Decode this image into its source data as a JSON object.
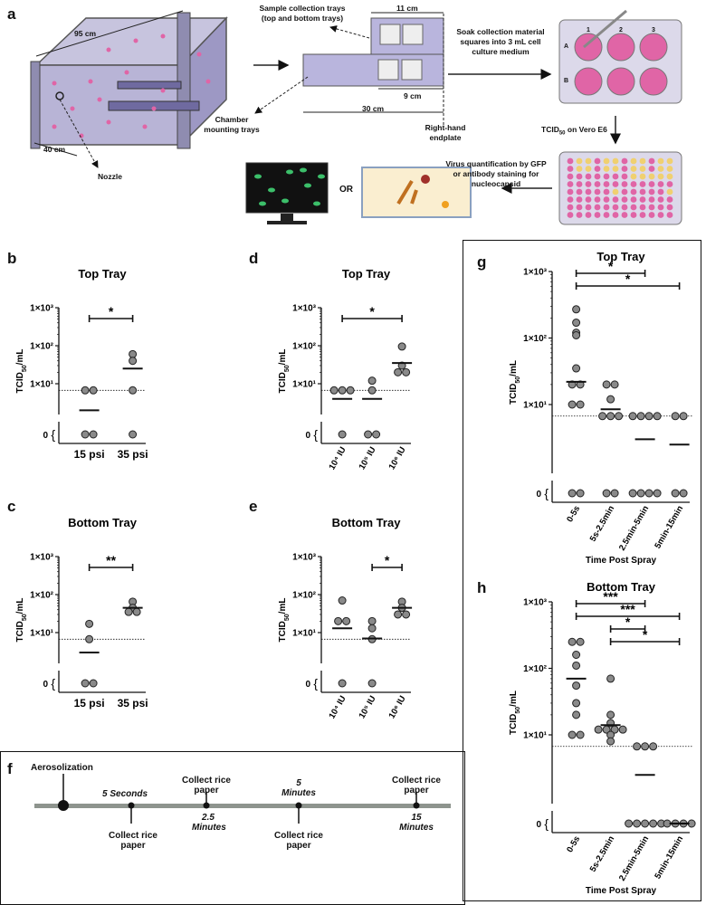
{
  "panels": {
    "a": "a",
    "b": "b",
    "c": "c",
    "d": "d",
    "e": "e",
    "f": "f",
    "g": "g",
    "h": "h"
  },
  "schematic": {
    "dim_95": "95 cm",
    "dim_40": "40 cm",
    "nozzle": "Nozzle",
    "chamber_trays": "Chamber mounting trays",
    "sample_trays": "Sample collection trays (top and bottom trays)",
    "dim_11": "11 cm",
    "dim_9": "9 cm",
    "dim_30": "30 cm",
    "endplate": "Right-hand endplate",
    "soak": "Soak collection material squares into 3 mL cell culture medium",
    "tcid_vero_pre": "TCID",
    "tcid_vero_sub": "50",
    "tcid_vero_post": " on Vero E6",
    "quant": "Virus quantification by GFP or antibody staining for nucleocapsid",
    "or": "OR",
    "well_1": "1",
    "well_2": "2",
    "well_3": "3",
    "row_a": "A",
    "row_b": "B"
  },
  "colors": {
    "marker": "#8a8a8a",
    "marker_stroke": "#222",
    "tray": "#b9b5dd",
    "well": "#e065a6"
  },
  "timeline": {
    "aerosolization": "Aerosolization",
    "t1": "5 Seconds",
    "t2": "2.5 Minutes",
    "t3": "5 Minutes",
    "t4": "15 Minutes",
    "collect": "Collect rice paper"
  },
  "chart_data": [
    {
      "id": "b",
      "type": "scatter",
      "title": "Top Tray",
      "ylabel_main": "TCID",
      "ylabel_sub": "50",
      "ylabel_post": "/mL",
      "yscale": "log",
      "ytick_labels": [
        "1×10³",
        "1×10²",
        "1×10¹",
        "0"
      ],
      "categories": [
        "15 psi",
        "35 psi"
      ],
      "limit_of_detection": 6.7,
      "points": [
        [
          0,
          6.7
        ],
        [
          0,
          6.7
        ],
        [
          0,
          0
        ],
        [
          0,
          0
        ],
        [
          1,
          60
        ],
        [
          1,
          40
        ],
        [
          1,
          6.7
        ],
        [
          1,
          0
        ]
      ],
      "medians": [
        2,
        25
      ],
      "significance": [
        {
          "from": 0,
          "to": 1,
          "label": "*"
        }
      ]
    },
    {
      "id": "c",
      "type": "scatter",
      "title": "Bottom Tray",
      "ylabel_main": "TCID",
      "ylabel_sub": "50",
      "ylabel_post": "/mL",
      "yscale": "log",
      "ytick_labels": [
        "1×10³",
        "1×10²",
        "1×10¹",
        "0"
      ],
      "categories": [
        "15 psi",
        "35 psi"
      ],
      "limit_of_detection": 6.7,
      "points": [
        [
          0,
          17
        ],
        [
          0,
          6.7
        ],
        [
          0,
          0
        ],
        [
          0,
          0
        ],
        [
          1,
          65
        ],
        [
          1,
          45
        ],
        [
          1,
          35
        ],
        [
          1,
          35
        ]
      ],
      "medians": [
        3,
        45
      ],
      "significance": [
        {
          "from": 0,
          "to": 1,
          "label": "**"
        }
      ]
    },
    {
      "id": "d",
      "type": "scatter",
      "title": "Top Tray",
      "ylabel_main": "TCID",
      "ylabel_sub": "50",
      "ylabel_post": "/mL",
      "yscale": "log",
      "ytick_labels": [
        "1×10³",
        "1×10²",
        "1×10¹",
        "0"
      ],
      "categories": [
        "10⁴ IU",
        "10⁵ IU",
        "10⁶ IU"
      ],
      "limit_of_detection": 6.7,
      "points": [
        [
          0,
          6.7
        ],
        [
          0,
          6.7
        ],
        [
          0,
          6.7
        ],
        [
          0,
          0
        ],
        [
          1,
          12
        ],
        [
          1,
          6.7
        ],
        [
          1,
          0
        ],
        [
          1,
          0
        ],
        [
          2,
          95
        ],
        [
          2,
          30
        ],
        [
          2,
          20
        ],
        [
          2,
          20
        ]
      ],
      "medians": [
        4,
        4,
        35
      ],
      "significance": [
        {
          "from": 0,
          "to": 2,
          "label": "*"
        }
      ]
    },
    {
      "id": "e",
      "type": "scatter",
      "title": "Bottom Tray",
      "ylabel_main": "TCID",
      "ylabel_sub": "50",
      "ylabel_post": "/mL",
      "yscale": "log",
      "ytick_labels": [
        "1×10³",
        "1×10²",
        "1×10¹",
        "0"
      ],
      "categories": [
        "10⁴ IU",
        "10⁵ IU",
        "10⁶ IU"
      ],
      "limit_of_detection": 6.7,
      "points": [
        [
          0,
          70
        ],
        [
          0,
          20
        ],
        [
          0,
          20
        ],
        [
          0,
          0
        ],
        [
          1,
          20
        ],
        [
          1,
          13
        ],
        [
          1,
          6.7
        ],
        [
          1,
          0
        ],
        [
          2,
          65
        ],
        [
          2,
          45
        ],
        [
          2,
          30
        ],
        [
          2,
          30
        ]
      ],
      "medians": [
        13,
        7,
        45
      ],
      "significance": [
        {
          "from": 1,
          "to": 2,
          "label": "*"
        }
      ]
    },
    {
      "id": "g",
      "type": "scatter",
      "title": "Top Tray",
      "ylabel_main": "TCID",
      "ylabel_sub": "50",
      "ylabel_post": "/mL",
      "xlabel": "Time Post Spray",
      "yscale": "log",
      "ytick_labels": [
        "1×10³",
        "1×10²",
        "1×10¹",
        "0"
      ],
      "categories": [
        "0-5s",
        "5s-2.5min",
        "2.5min-5min",
        "5min-15min"
      ],
      "limit_of_detection": 6.7,
      "points": [
        [
          0,
          270
        ],
        [
          0,
          170
        ],
        [
          0,
          120
        ],
        [
          0,
          110
        ],
        [
          0,
          35
        ],
        [
          0,
          20
        ],
        [
          0,
          20
        ],
        [
          0,
          10
        ],
        [
          0,
          10
        ],
        [
          0,
          0
        ],
        [
          0,
          0
        ],
        [
          1,
          20
        ],
        [
          1,
          20
        ],
        [
          1,
          12
        ],
        [
          1,
          6.7
        ],
        [
          1,
          6.7
        ],
        [
          1,
          6.7
        ],
        [
          1,
          0
        ],
        [
          1,
          0
        ],
        [
          2,
          6.7
        ],
        [
          2,
          6.7
        ],
        [
          2,
          6.7
        ],
        [
          2,
          6.7
        ],
        [
          2,
          0
        ],
        [
          2,
          0
        ],
        [
          2,
          0
        ],
        [
          2,
          0
        ],
        [
          3,
          6.7
        ],
        [
          3,
          6.7
        ],
        [
          3,
          0
        ],
        [
          3,
          0
        ]
      ],
      "medians": [
        22,
        8.5,
        3,
        2.5
      ],
      "significance": [
        {
          "from": 0,
          "to": 2,
          "label": "*"
        },
        {
          "from": 0,
          "to": 3,
          "label": "*"
        }
      ]
    },
    {
      "id": "h",
      "type": "scatter",
      "title": "Bottom Tray",
      "ylabel_main": "TCID",
      "ylabel_sub": "50",
      "ylabel_post": "/mL",
      "xlabel": "Time Post Spray",
      "yscale": "log",
      "ytick_labels": [
        "1×10³",
        "1×10²",
        "1×10¹",
        "0"
      ],
      "categories": [
        "0-5s",
        "5s-2.5min",
        "2.5min-5min",
        "5min-15min"
      ],
      "limit_of_detection": 6.7,
      "points": [
        [
          0,
          250
        ],
        [
          0,
          250
        ],
        [
          0,
          160
        ],
        [
          0,
          110
        ],
        [
          0,
          55
        ],
        [
          0,
          30
        ],
        [
          0,
          20
        ],
        [
          0,
          10
        ],
        [
          0,
          10
        ],
        [
          1,
          70
        ],
        [
          1,
          20
        ],
        [
          1,
          15
        ],
        [
          1,
          12
        ],
        [
          1,
          12
        ],
        [
          1,
          12
        ],
        [
          1,
          12
        ],
        [
          1,
          10
        ],
        [
          1,
          8
        ],
        [
          2,
          6.7
        ],
        [
          2,
          6.7
        ],
        [
          2,
          6.7
        ],
        [
          2,
          0
        ],
        [
          2,
          0
        ],
        [
          2,
          0
        ],
        [
          2,
          0
        ],
        [
          2,
          0
        ],
        [
          3,
          0
        ],
        [
          3,
          0
        ],
        [
          3,
          0
        ],
        [
          3,
          0
        ]
      ],
      "medians": [
        70,
        14,
        2.5,
        0
      ],
      "significance": [
        {
          "from": 0,
          "to": 2,
          "label": "***"
        },
        {
          "from": 0,
          "to": 3,
          "label": "***"
        },
        {
          "from": 1,
          "to": 2,
          "label": "*"
        },
        {
          "from": 1,
          "to": 3,
          "label": "*"
        }
      ]
    }
  ]
}
